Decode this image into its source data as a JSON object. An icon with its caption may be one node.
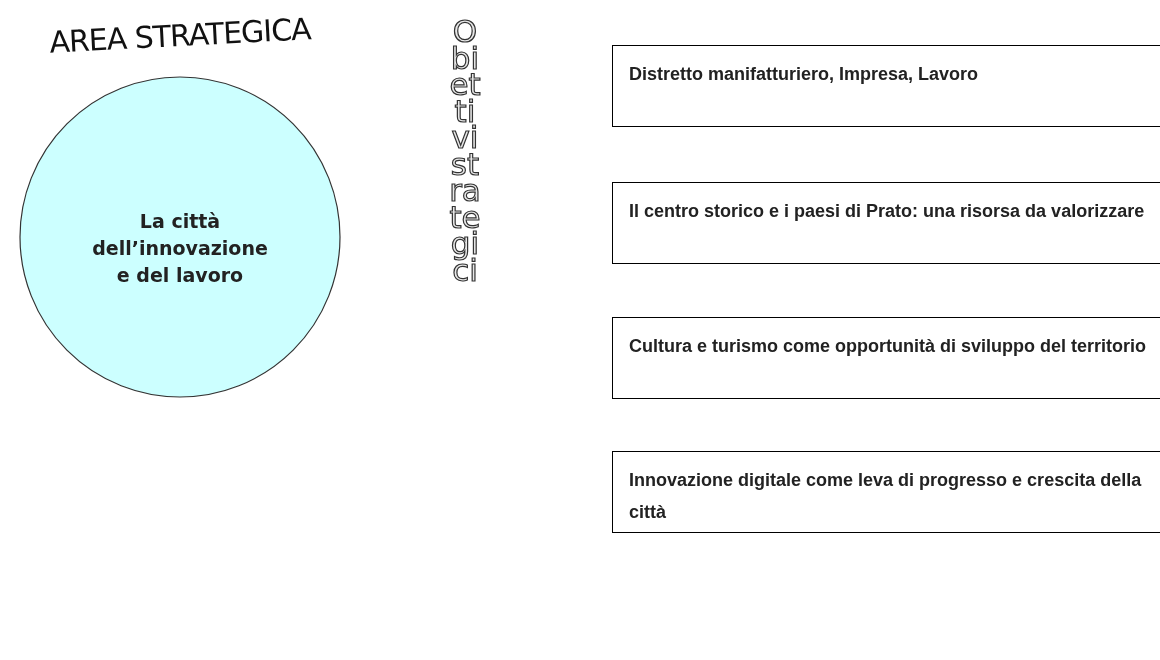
{
  "diagram": {
    "nodes": [
      {
        "text": [
          "AREA STRATEGICA",
          "La città dell’innovazione e del lavoro"
        ]
      },
      {
        "text": [
          "Distretto manifatturiero, Impresa, Lavoro"
        ]
      },
      {
        "text": [
          "Il centro storico e i paesi di Prato: una risorsa da valorizzare"
        ]
      },
      {
        "text": [
          "Cultura e turismo come opportunità di sviluppo del territorio"
        ]
      },
      {
        "text": [
          "Innovazione digitale come leva di progresso e crescita della città"
        ]
      }
    ],
    "labels": [
      "Obiettivi strategici"
    ]
  }
}
